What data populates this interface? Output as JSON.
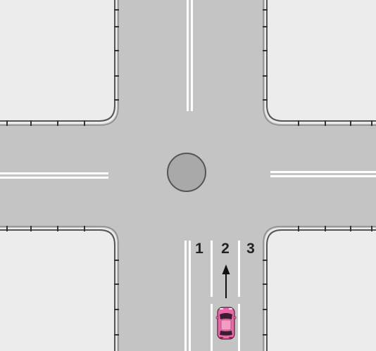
{
  "lanes": [
    {
      "label": "1"
    },
    {
      "label": "2"
    },
    {
      "label": "3"
    }
  ],
  "vehicle": {
    "color": "#e86aa8",
    "lane": "2",
    "direction": "straight"
  },
  "colors": {
    "road": "#c4c4c4",
    "block": "#ececec",
    "island": "#a9a9a9",
    "marking": "#ffffff"
  },
  "icons": {
    "direction": "arrow-up-icon",
    "vehicle": "car-icon"
  }
}
